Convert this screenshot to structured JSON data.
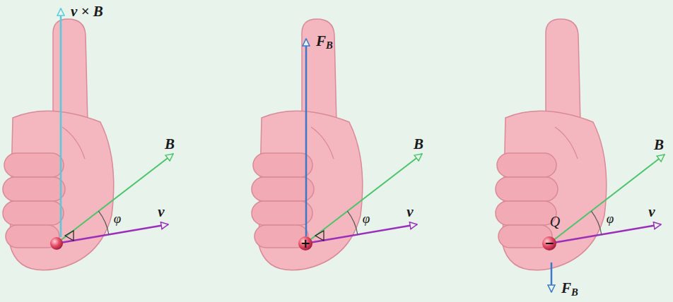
{
  "diagram": {
    "labels": [
      "v × B",
      "B",
      "φ",
      "v",
      "FB",
      "+",
      "B",
      "φ",
      "v",
      "Q",
      "−",
      "B",
      "φ",
      "v",
      "FB"
    ]
  }
}
